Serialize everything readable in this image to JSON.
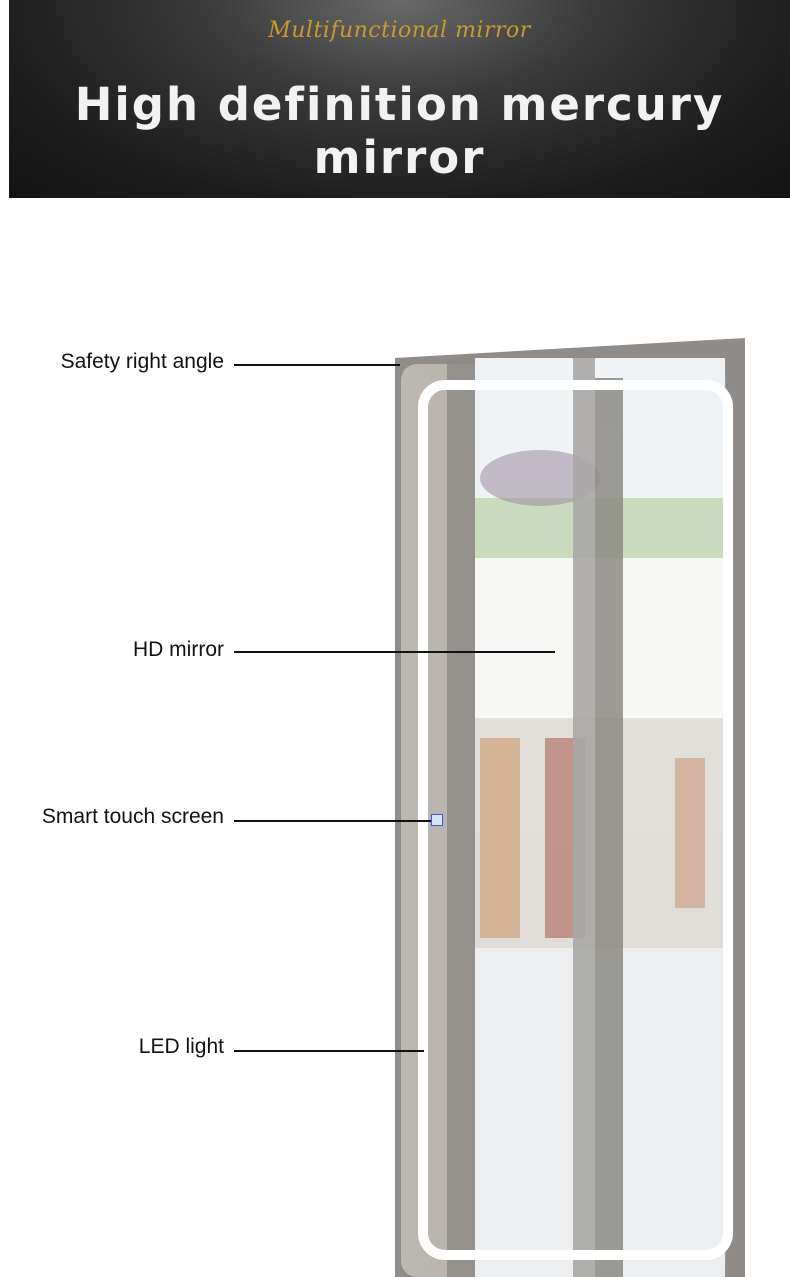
{
  "banner": {
    "subtitle": "Multifunctional mirror",
    "title": "High definition mercury mirror"
  },
  "callouts": {
    "safety_right_angle": "Safety right angle",
    "hd_mirror": "HD mirror",
    "smart_touch_screen": "Smart touch screen",
    "led_light": "LED light"
  },
  "colors": {
    "banner_bg": "#1c1c1c",
    "subtitle_gold": "#c99a2e",
    "title_white": "#f2f2f2"
  }
}
